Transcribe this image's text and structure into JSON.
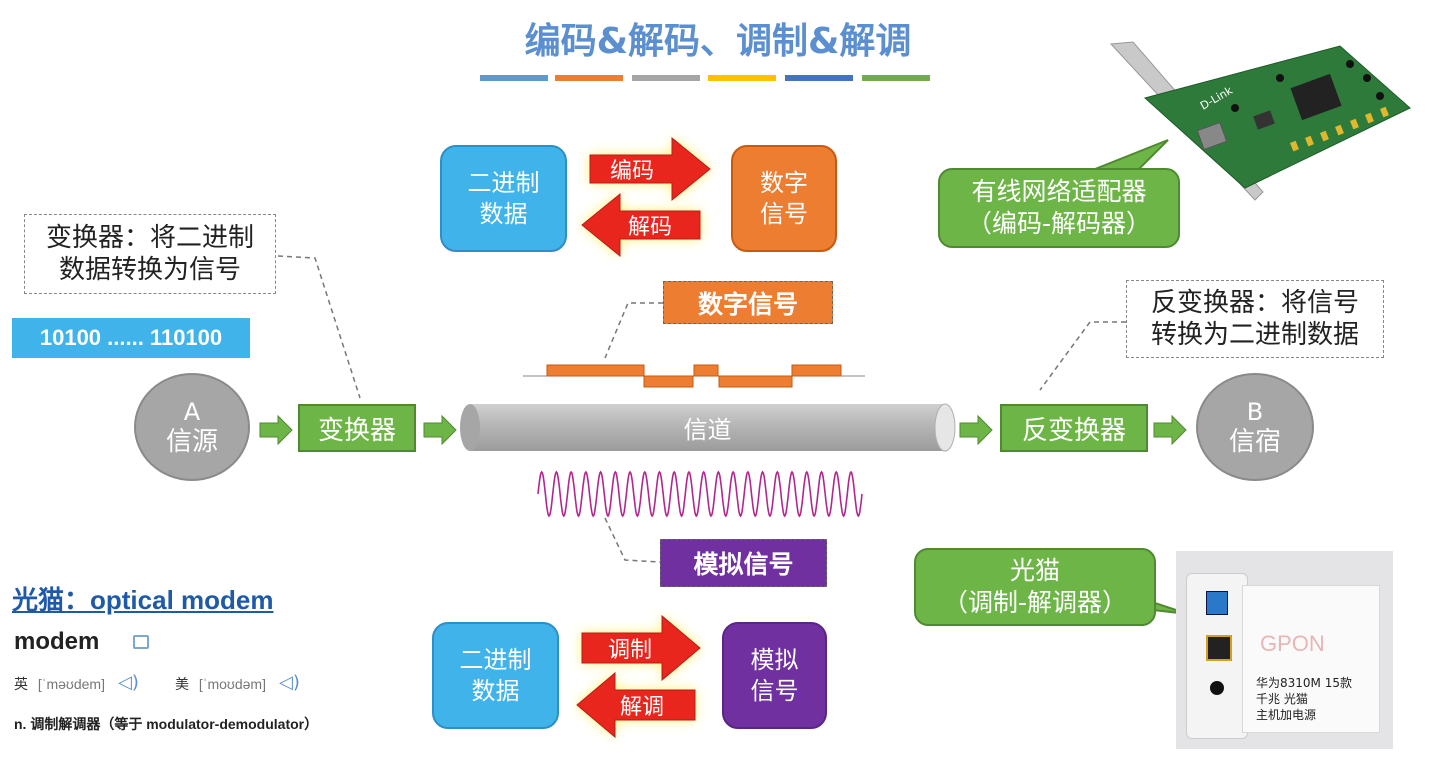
{
  "title": "编码&解码、调制&解调",
  "colors": [
    "#5b9bd5",
    "#ed7d31",
    "#a5a5a5",
    "#ffc000",
    "#4472c4",
    "#70ad47"
  ],
  "encode_section": {
    "source_box": [
      "二进制",
      "数据"
    ],
    "encode_label": "编码",
    "decode_label": "解码",
    "target_box": [
      "数字",
      "信号"
    ]
  },
  "modulate_section": {
    "source_box": [
      "二进制",
      "数据"
    ],
    "modulate_label": "调制",
    "demodulate_label": "解调",
    "target_box": [
      "模拟",
      "信号"
    ]
  },
  "converter_note": [
    "变换器：将二进制",
    "数据转换为信号"
  ],
  "inverse_note": [
    "反变换器：将信号",
    "转换为二进制数据"
  ],
  "binary_data": "10100 ...... 110100",
  "source_node": {
    "letter": "A",
    "label": "信源"
  },
  "dest_node": {
    "letter": "B",
    "label": "信宿"
  },
  "converter": "变换器",
  "inverse_converter": "反变换器",
  "channel": "信道",
  "digital_signal_label": "数字信号",
  "analog_signal_label": "模拟信号",
  "nic_callout": [
    "有线网络适配器",
    "（编码-解码器）"
  ],
  "modem_callout": [
    "光猫",
    "（调制-解调器）"
  ],
  "nic_image": {
    "brand": "D-Link"
  },
  "modem_image": {
    "brand": "GPON",
    "lines": [
      "华为8310M 15款",
      "千兆 光猫",
      "主机加电源"
    ]
  },
  "dictionary": {
    "heading": "光猫：optical modem",
    "word": "modem",
    "uk_label": "英",
    "uk_phonetic": "[ˈməʊdem]",
    "us_label": "美",
    "us_phonetic": "[ˈmoʊdəm]",
    "definition": "n. 调制解调器（等于 modulator-demodulator）"
  }
}
